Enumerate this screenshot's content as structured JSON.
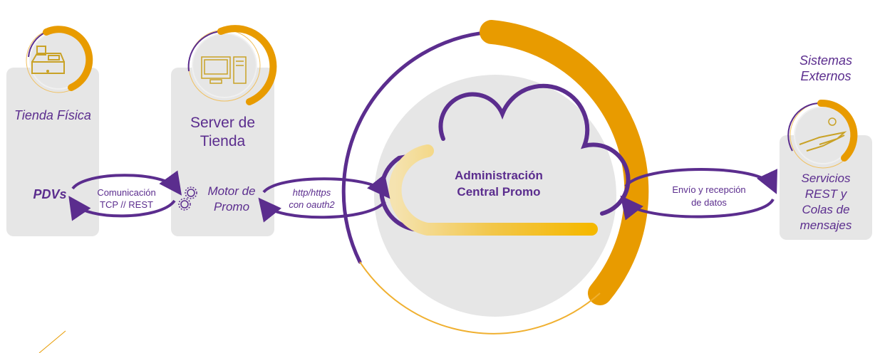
{
  "tienda": {
    "title": "Tienda Física",
    "label": "PDVs"
  },
  "server": {
    "title_line1": "Server de",
    "title_line2": "Tienda",
    "label_line1": "Motor de",
    "label_line2": "Promo"
  },
  "link1": {
    "line1": "Comunicación",
    "line2": "TCP // REST"
  },
  "link2": {
    "line1": "http/https",
    "line2": "con oauth2"
  },
  "central": {
    "line1": "Administración",
    "line2": "Central Promo"
  },
  "link3": {
    "line1": "Envío y recepción",
    "line2": "de datos"
  },
  "externos": {
    "heading_line1": "Sistemas",
    "heading_line2": "Externos",
    "line1": "Servicios",
    "line2": "REST y",
    "line3": "Colas de",
    "line4": "mensajes"
  },
  "colors": {
    "purple": "#5b2d8e",
    "orange": "#e89b00",
    "gray": "#e6e6e6"
  }
}
